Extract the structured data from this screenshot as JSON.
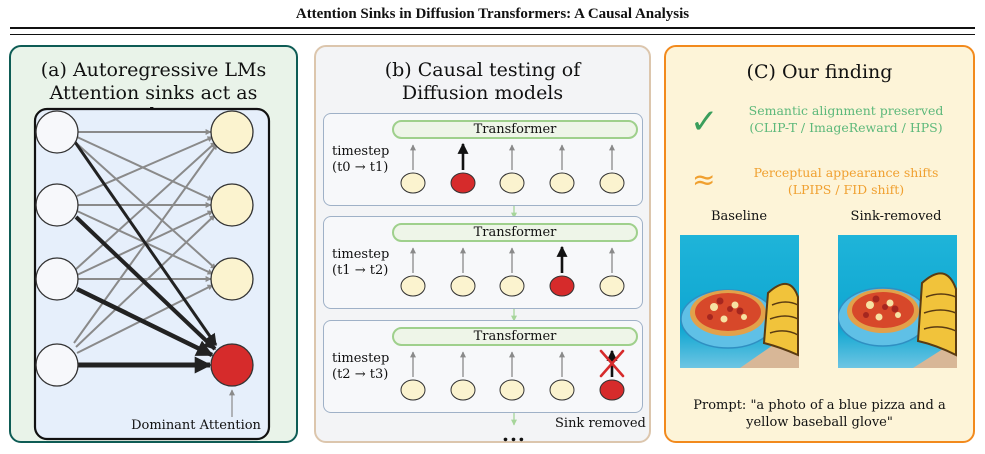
{
  "header": {
    "title": "Attention Sinks in Diffusion Transformers: A Causal Analysis"
  },
  "panel_a": {
    "title_line1": "(a) Autoregressive LMs",
    "title_line2": "Attention sinks act as anchors",
    "dominant_label": "Dominant Attention"
  },
  "panel_b": {
    "title_line1": "(b) Causal testing of",
    "title_line2": "Diffusion models",
    "transformer_label": "Transformer",
    "timestep_word": "timestep",
    "steps": [
      "(t0 → t1)",
      "(t1 → t2)",
      "(t2 → t3)"
    ],
    "sink_removed": "Sink removed",
    "ellipsis": "..."
  },
  "panel_c": {
    "title": "(C) Our finding",
    "check_symbol": "✓",
    "finding1_line1": "Semantic alignment preserved",
    "finding1_line2": "(CLIP-T / ImageReward / HPS)",
    "approx_symbol": "≈",
    "finding2_line1": "Perceptual appearance shifts",
    "finding2_line2": "(LPIPS / FID shift)",
    "baseline_label": "Baseline",
    "sink_removed_label": "Sink-removed",
    "prompt_line1": "Prompt: \"a photo of a blue pizza and a",
    "prompt_line2": "yellow baseball glove\""
  },
  "colors": {
    "panel_a_border": "#0e5c55",
    "panel_b_border": "#dcc6ad",
    "panel_c_border": "#f28a1d",
    "sink_red": "#d62b2b",
    "token_cream": "#fbf3cf",
    "transformer_green": "#9fd08c",
    "check_green": "#3a9e5c",
    "finding_green": "#5cb87a",
    "finding_orange": "#f0a030"
  }
}
